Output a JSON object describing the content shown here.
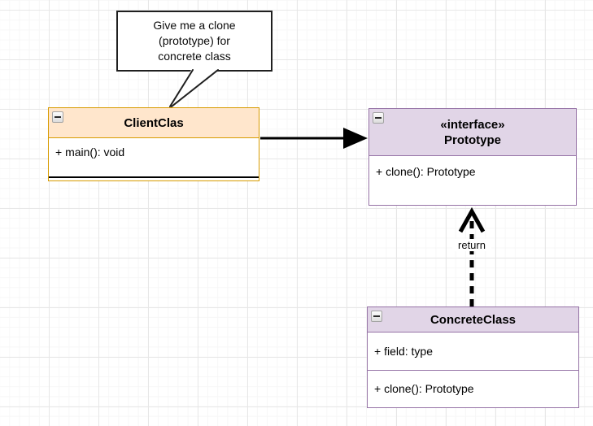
{
  "canvas": {
    "type": "diagram-grid-canvas",
    "grid": "on"
  },
  "callout": {
    "lines": [
      "Give me a clone",
      "(prototype) for",
      "concrete class"
    ]
  },
  "classes": {
    "client": {
      "title": "ClientClas",
      "members": [
        "+ main(): void"
      ]
    },
    "prototype": {
      "stereotype": "«interface»",
      "title": "Prototype",
      "members": [
        "+ clone(): Prototype"
      ]
    },
    "concrete": {
      "title": "ConcreteClass",
      "fields": [
        "+ field: type"
      ],
      "methods": [
        "+ clone(): Prototype"
      ]
    }
  },
  "edges": {
    "client_to_prototype": {
      "style": "solid",
      "arrowhead": "filled-triangle",
      "direction": "right"
    },
    "concrete_to_prototype": {
      "style": "dashed",
      "arrowhead": "open-chevron",
      "direction": "up",
      "label": "return"
    }
  },
  "icons": {
    "collapse": "minus"
  },
  "colors": {
    "client_header_fill": "#ffe6cc",
    "client_border": "#d79b00",
    "interface_header_fill": "#e1d5e7",
    "interface_border": "#9673a6",
    "arrow": "#000000",
    "callout_border": "#1f1f1f",
    "canvas_bg": "#ffffff",
    "grid_major": "#e7e7e7",
    "grid_minor": "#f7f7f7"
  }
}
